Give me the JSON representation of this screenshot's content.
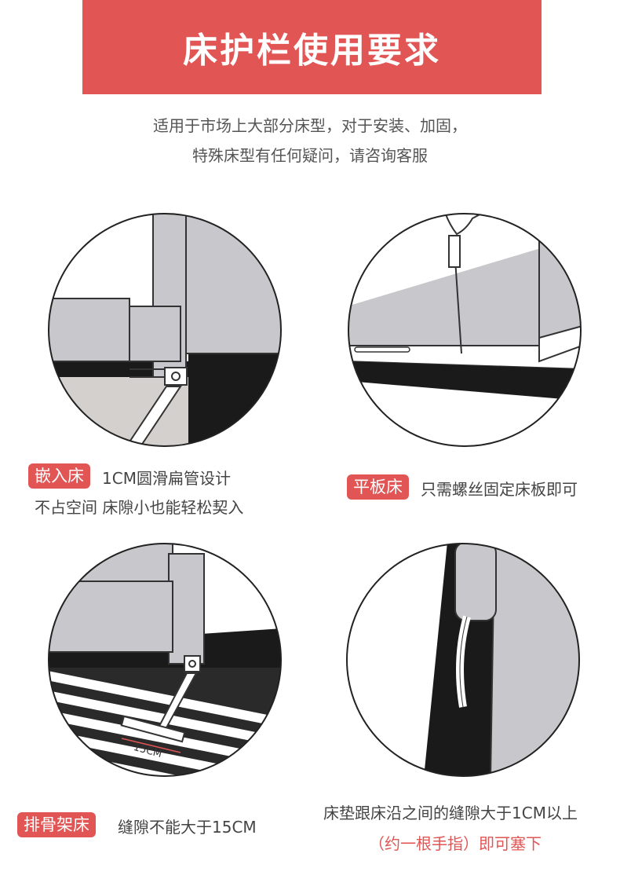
{
  "header": {
    "title": "床护栏使用要求"
  },
  "intro": {
    "line1": "适用于市场上大部分床型，对于安装、加固，",
    "line2": "特殊床型有任何疑问，请咨询客服"
  },
  "panels": [
    {
      "tag": "嵌入床",
      "caption_line1": "1CM圆滑扁管设计",
      "caption_line2": "不占空间 床隙小也能轻松契入"
    },
    {
      "tag": "平板床",
      "caption_line1": "只需螺丝固定床板即可"
    },
    {
      "tag": "排骨架床",
      "caption_line1": "缝隙不能大于15CM",
      "measure_label": "15CM"
    },
    {
      "caption_line1": "床垫跟床沿之间的缝隙大于1CM以上",
      "caption_line2": "（约一根手指）即可塞下"
    }
  ],
  "colors": {
    "accent": "#e15555",
    "panel_gray": "#c8c8cc",
    "floor_gray": "#d4d0ce",
    "black": "#1a1a1a"
  }
}
